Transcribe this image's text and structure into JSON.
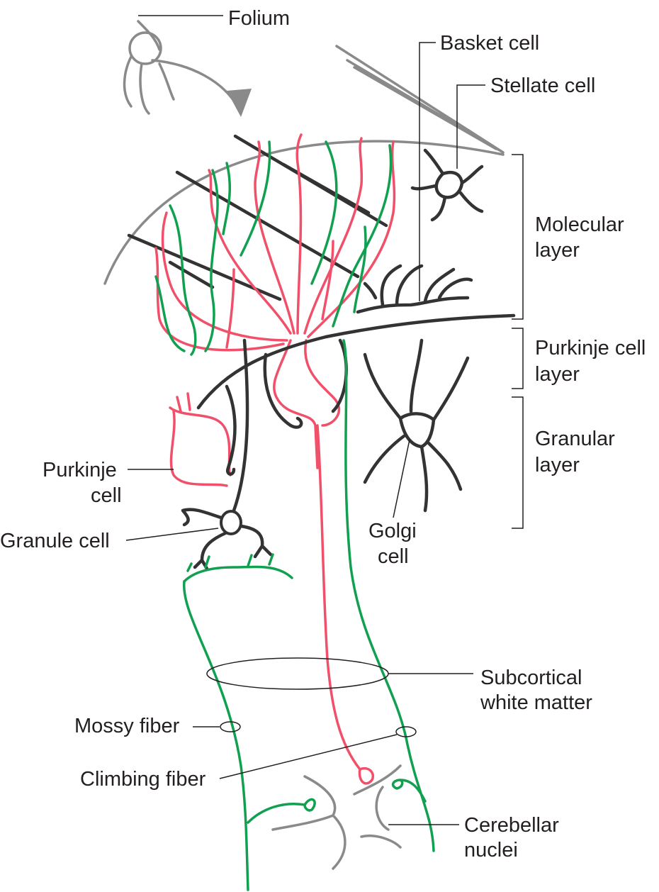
{
  "labels": {
    "folium": "Folium",
    "basket_cell": "Basket cell",
    "stellate_cell": "Stellate cell",
    "molecular_layer": [
      "Molecular",
      "layer"
    ],
    "purkinje_cell_layer": [
      "Purkinje cell",
      "layer"
    ],
    "granular_layer": [
      "Granular",
      "layer"
    ],
    "purkinje_cell": [
      "Purkinje",
      "cell"
    ],
    "granule_cell": "Granule cell",
    "golgi_cell": [
      "Golgi",
      "cell"
    ],
    "subcortical_white_matter": [
      "Subcortical",
      "white matter"
    ],
    "mossy_fiber": "Mossy fiber",
    "climbing_fiber": "Climbing fiber",
    "cerebellar_nuclei": [
      "Cerebellar",
      "nuclei"
    ]
  },
  "colors": {
    "purkinje": "#f0506a",
    "fiber": "#10a050",
    "neuron": "#333333",
    "nuclei": "#8a8a8a"
  }
}
